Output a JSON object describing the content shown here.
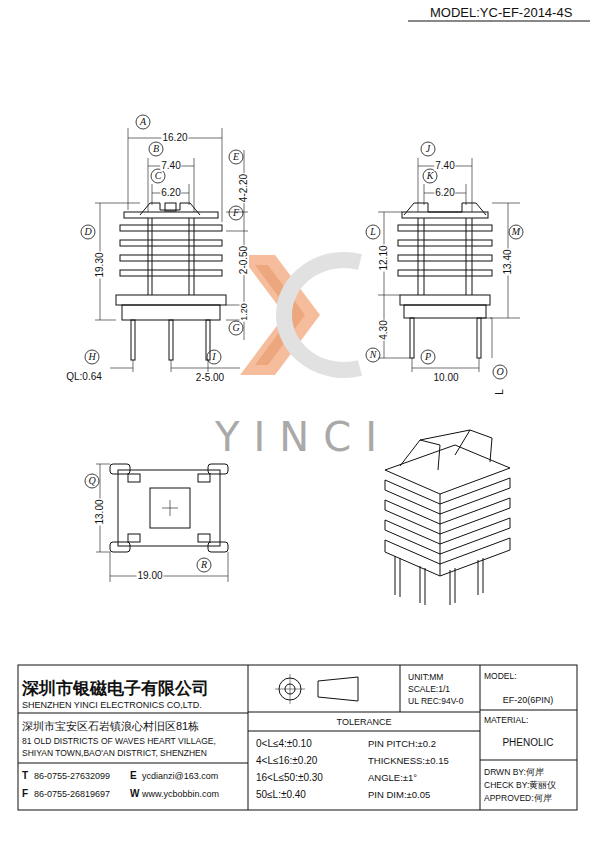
{
  "diagram": {
    "labels": [
      "MODEL:YC-EF-2014-4S",
      "A",
      "16.20",
      "B",
      "7.40",
      "C",
      "6.20",
      "D",
      "19.30",
      "E",
      "4-2.20",
      "F",
      "2-0.50",
      "G",
      "1.20",
      "H",
      "QL:0.64",
      "I",
      "2-5.00",
      "J",
      "7.40",
      "K",
      "6.20",
      "L",
      "12.10",
      "M",
      "13.40",
      "N",
      "4.30",
      "P",
      "10.00",
      "O",
      "L",
      "Q",
      "13.00",
      "R",
      "19.00",
      "YINCI",
      "深圳市银磁电子有限公司",
      "SHENZHEN YINCI ELECTRONICS CO,LTD.",
      "深圳市宝安区石岩镇浪心村旧区81栋",
      "81 OLD DISTRICTS OF WAVES HEART VILLAGE,",
      "SHIYAN TOWN,BAO'AN DISTRICT, SHENZHEN",
      "T",
      "86-0755-27632099",
      "E",
      "ycdianzi@163.com",
      "F",
      "86-0755-26819697",
      "W",
      "www.ycbobbin.com",
      "UNIT:MM",
      "SCALE:1/1",
      "UL REC:94V-0",
      "MODEL:",
      "EF-20(6PIN)",
      "TOLERANCE",
      "0<L≤4:±0.10",
      "4<L≤16:±0.20",
      "16<L≤50:±0.30",
      "50≤L:±0.40",
      "PIN PITCH:±0.2",
      "THICKNESS:±0.15",
      "ANGLE:±1°",
      "PIN DIM:±0.05",
      "MATERIAL:",
      "PHENOLIC",
      "DRWN BY:何岸",
      "CHECK BY:黄丽仪",
      "APPROVED:何岸"
    ]
  }
}
